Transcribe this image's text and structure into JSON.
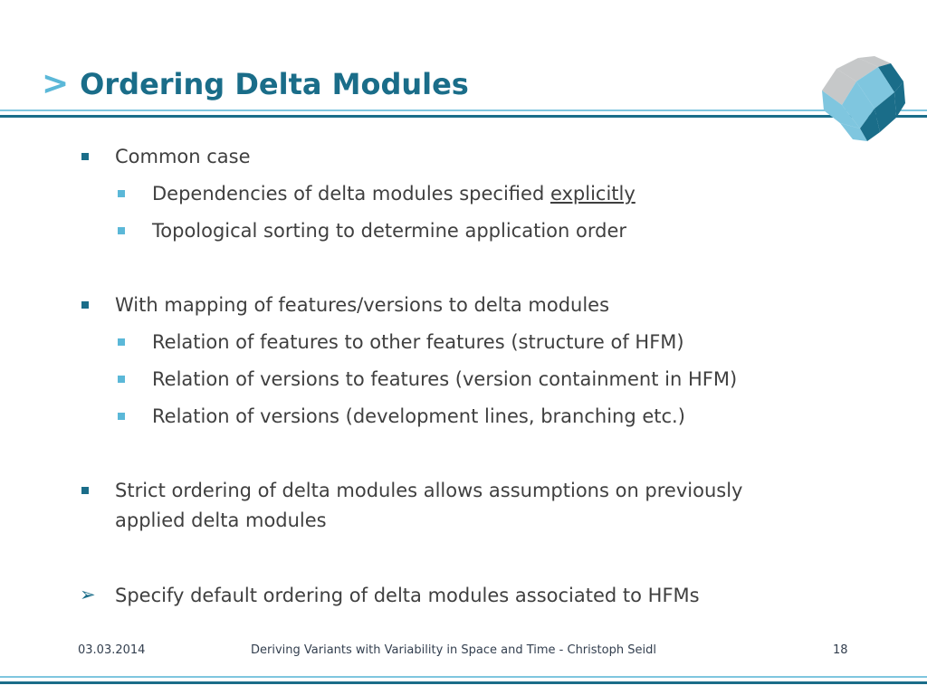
{
  "slide": {
    "title_arrow": ">",
    "title": "Ordering Delta Modules"
  },
  "bullets": {
    "b1": {
      "text": "Common case"
    },
    "b1_1": {
      "text": "Dependencies of delta modules specified ",
      "emphasis": "explicitly"
    },
    "b1_2": {
      "text": "Topological sorting to determine application order"
    },
    "b2": {
      "text": "With mapping of features/versions to delta modules"
    },
    "b2_1": {
      "text": "Relation of features to other features (structure of HFM)"
    },
    "b2_2": {
      "text": "Relation of versions to features (version containment in HFM)"
    },
    "b2_3": {
      "text": "Relation of versions (development lines, branching etc.)"
    },
    "b3": {
      "line1": "Strict ordering of delta modules allows assumptions on previously",
      "line2": "applied delta modules"
    },
    "b4": {
      "marker": "➢",
      "text": "Specify default ordering of delta modules associated to HFMs"
    }
  },
  "footer": {
    "date": "03.03.2014",
    "center": "Deriving Variants with Variability in Space and Time - Christoph Seidl",
    "page": "18"
  },
  "colors": {
    "title": "#1a6d89",
    "accent_light": "#5bb8d8",
    "logo_gray": "#c6c8c9",
    "logo_light": "#7fc6df",
    "logo_dark": "#1a6d89"
  }
}
